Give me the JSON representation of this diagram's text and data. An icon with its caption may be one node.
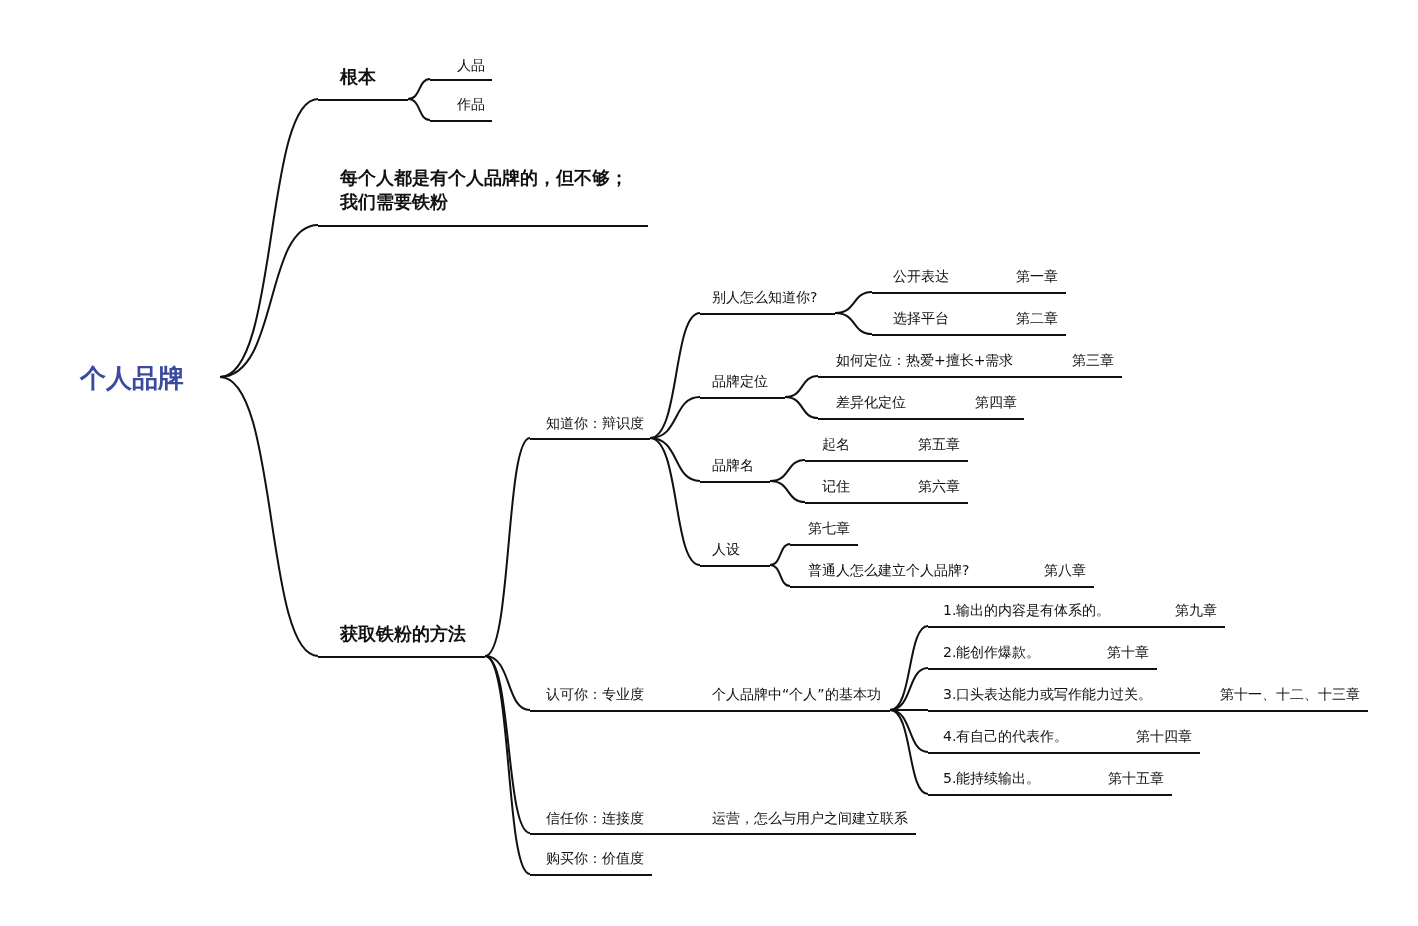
{
  "diagram": {
    "nodes": [
      {
        "text": [
          "个人品牌"
        ]
      },
      {
        "text": [
          "根本"
        ]
      },
      {
        "text": [
          "人品"
        ]
      },
      {
        "text": [
          "作品"
        ]
      },
      {
        "text": [
          "每个人都是有个人品牌的，但不够；我们需要铁粉"
        ]
      },
      {
        "text": [
          "获取铁粉的方法"
        ]
      },
      {
        "text": [
          "知道你：辩识度"
        ]
      },
      {
        "text": [
          "别人怎么知道你?"
        ]
      },
      {
        "text": [
          "公开表达",
          "第一章"
        ]
      },
      {
        "text": [
          "选择平台",
          "第二章"
        ]
      },
      {
        "text": [
          "品牌定位"
        ]
      },
      {
        "text": [
          "如何定位：热爱+擅长+需求",
          "第三章"
        ]
      },
      {
        "text": [
          "差异化定位",
          "第四章"
        ]
      },
      {
        "text": [
          "品牌名"
        ]
      },
      {
        "text": [
          "起名",
          "第五章"
        ]
      },
      {
        "text": [
          "记住",
          "第六章"
        ]
      },
      {
        "text": [
          "人设"
        ]
      },
      {
        "text": [
          "第七章"
        ]
      },
      {
        "text": [
          "普通人怎么建立个人品牌?",
          "第八章"
        ]
      },
      {
        "text": [
          "认可你：专业度",
          "个人品牌中“个人”的基本功"
        ]
      },
      {
        "text": [
          "1.输出的内容是有体系的。",
          "第九章"
        ]
      },
      {
        "text": [
          "2.能创作爆款。",
          "第十章"
        ]
      },
      {
        "text": [
          "3.口头表达能力或写作能力过关。",
          "第十一、十二、十三章"
        ]
      },
      {
        "text": [
          "4.有自己的代表作。",
          "第十四章"
        ]
      },
      {
        "text": [
          "5.能持续输出。",
          "第十五章"
        ]
      },
      {
        "text": [
          "信任你：连接度",
          "运营，怎么与用户之间建立联系"
        ]
      },
      {
        "text": [
          "购买你：价值度"
        ]
      }
    ],
    "edges": [
      {
        "from": 0,
        "to": 1,
        "arrow": "none"
      },
      {
        "from": 0,
        "to": 4,
        "arrow": "none"
      },
      {
        "from": 0,
        "to": 5,
        "arrow": "none"
      },
      {
        "from": 1,
        "to": 2,
        "arrow": "none"
      },
      {
        "from": 1,
        "to": 3,
        "arrow": "none"
      },
      {
        "from": 5,
        "to": 6,
        "arrow": "none"
      },
      {
        "from": 5,
        "to": 19,
        "arrow": "none"
      },
      {
        "from": 5,
        "to": 25,
        "arrow": "none"
      },
      {
        "from": 5,
        "to": 26,
        "arrow": "none"
      },
      {
        "from": 6,
        "to": 7,
        "arrow": "none"
      },
      {
        "from": 6,
        "to": 10,
        "arrow": "none"
      },
      {
        "from": 6,
        "to": 13,
        "arrow": "none"
      },
      {
        "from": 6,
        "to": 16,
        "arrow": "none"
      },
      {
        "from": 7,
        "to": 8,
        "arrow": "none"
      },
      {
        "from": 7,
        "to": 9,
        "arrow": "none"
      },
      {
        "from": 10,
        "to": 11,
        "arrow": "none"
      },
      {
        "from": 10,
        "to": 12,
        "arrow": "none"
      },
      {
        "from": 13,
        "to": 14,
        "arrow": "none"
      },
      {
        "from": 13,
        "to": 15,
        "arrow": "none"
      },
      {
        "from": 16,
        "to": 17,
        "arrow": "none"
      },
      {
        "from": 16,
        "to": 18,
        "arrow": "none"
      },
      {
        "from": 19,
        "to": 20,
        "arrow": "none"
      },
      {
        "from": 19,
        "to": 21,
        "arrow": "none"
      },
      {
        "from": 19,
        "to": 22,
        "arrow": "none"
      },
      {
        "from": 19,
        "to": 23,
        "arrow": "none"
      },
      {
        "from": 19,
        "to": 24,
        "arrow": "none"
      }
    ]
  }
}
